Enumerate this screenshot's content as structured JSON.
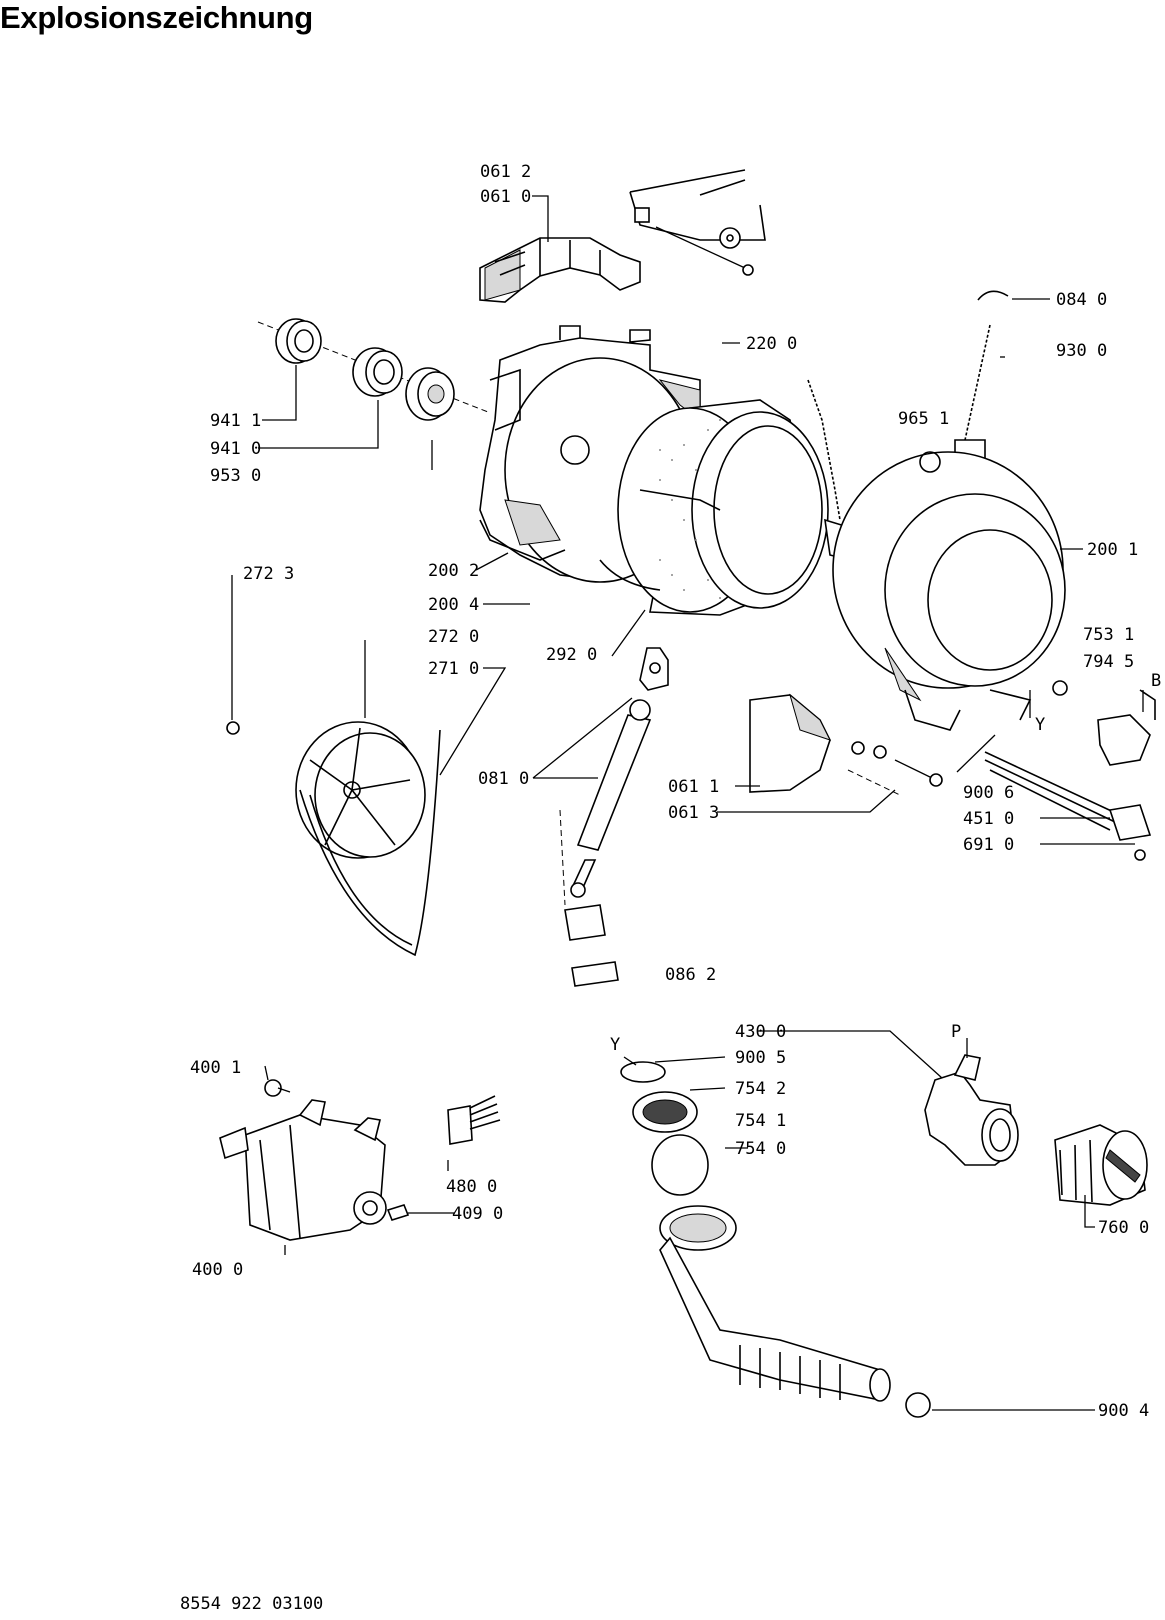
{
  "title": "Explosionszeichnung",
  "footer": "8554 922 03100",
  "labels": {
    "l0612": "061 2",
    "l0610": "061 0",
    "l0840": "084 0",
    "l2200": "220 0",
    "l9300": "930 0",
    "l9651": "965 1",
    "l9411": "941 1",
    "l9410": "941 0",
    "l9530": "953 0",
    "l2723": "272 3",
    "l2002": "200 2",
    "l2004": "200 4",
    "l2720": "272 0",
    "l2710": "271 0",
    "l2920": "292 0",
    "l2001": "200 1",
    "l7531": "753 1",
    "l7945": "794 5",
    "lB": "B",
    "lY1": "Y",
    "l0810": "081 0",
    "l0611": "061 1",
    "l0613": "061 3",
    "l9006": "900 6",
    "l4510": "451 0",
    "l6910": "691 0",
    "l0862": "086 2",
    "l4001": "400 1",
    "l4800": "480 0",
    "l4090": "409 0",
    "l4000": "400 0",
    "lY2": "Y",
    "l4300": "430 0",
    "lP": "P",
    "l9005": "900 5",
    "l7542": "754 2",
    "l7541": "754 1",
    "l7540": "754 0",
    "l7600": "760 0",
    "l9004": "900 4"
  }
}
